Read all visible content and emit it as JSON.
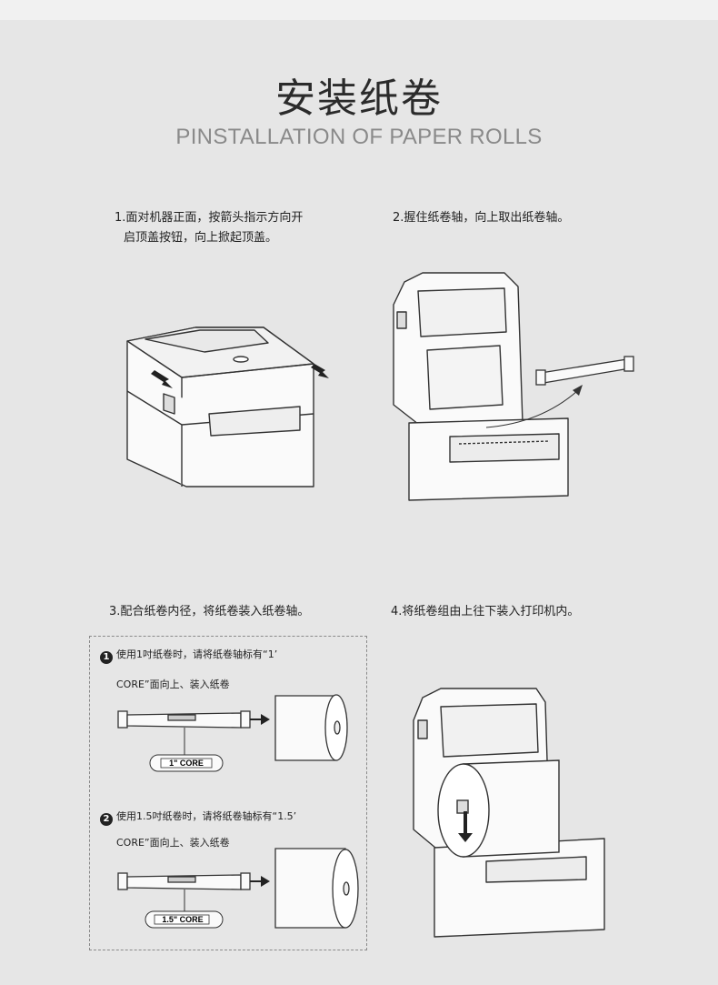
{
  "header": {
    "title": "安装纸卷",
    "subtitle": "PINSTALLATION OF PAPER ROLLS"
  },
  "steps": [
    {
      "line1": "1.面对机器正面，按箭头指示方向开",
      "line2": "启顶盖按钮，向上掀起顶盖。"
    },
    {
      "text": "2.握住纸卷轴，向上取出纸卷轴。"
    },
    {
      "text": "3.配合纸卷内径，将纸卷装入纸卷轴。"
    },
    {
      "text": "4.将纸卷组由上往下装入打印机内。"
    }
  ],
  "notes": {
    "option1": {
      "number": "1",
      "line1": "使用1吋纸卷时，请将纸卷轴标有“1’",
      "line2": "CORE”面向上、装入纸卷",
      "tag": "1\" CORE"
    },
    "option2": {
      "number": "2",
      "line1": "使用1.5吋纸卷时，请将纸卷轴标有“1.5’",
      "line2": "CORE”面向上、装入纸卷",
      "tag": "1.5\" CORE"
    }
  },
  "colors": {
    "background": "#e6e6e6",
    "line": "#333333",
    "title_gray": "#8a8a8a"
  }
}
